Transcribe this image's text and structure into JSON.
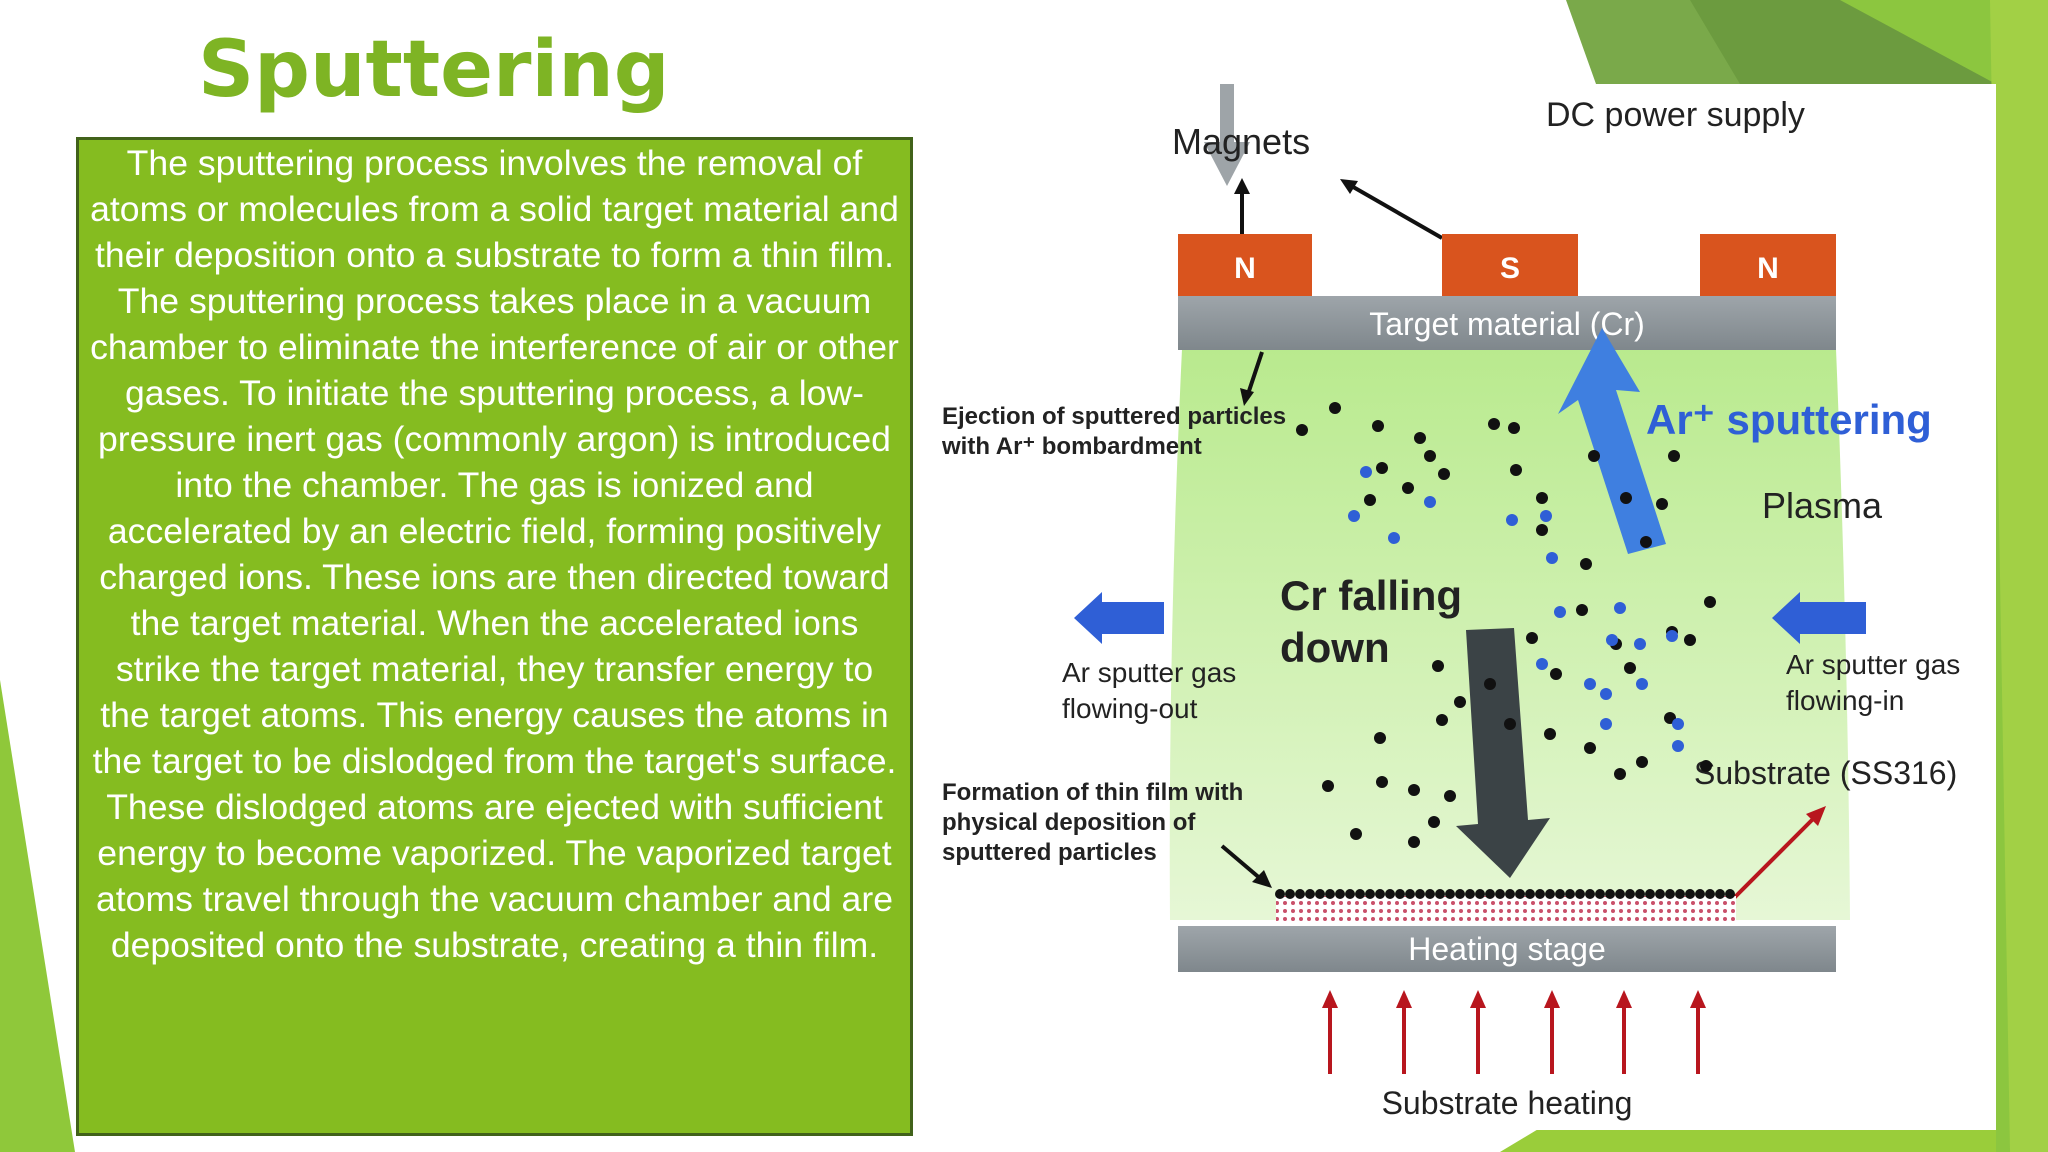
{
  "slide": {
    "title": "Sputtering",
    "body_text": "The sputtering process involves the removal of atoms or molecules from a solid target material and their deposition onto a substrate to form a thin film. The sputtering process takes place in a vacuum chamber to eliminate the interference of air or other gases. To initiate the sputtering process, a low-pressure inert gas (commonly argon) is introduced into the chamber. The gas is ionized and accelerated by an electric field, forming positively charged ions. These ions are then directed toward the target material. When the accelerated ions strike the target material, they transfer energy to the target atoms. This energy causes the atoms in the target to be dislodged from the target's surface. These dislodged atoms are ejected with sufficient energy to become vaporized. The vaporized target atoms travel through the vacuum chamber and are deposited onto the substrate, creating a thin film."
  },
  "diagram": {
    "dc_power_supply": "DC power supply",
    "magnets": "Magnets",
    "magnet_left": "N",
    "magnet_center": "S",
    "magnet_right": "N",
    "target_material": "Target material (Cr)",
    "ejection_line1": "Ejection of sputtered particles",
    "ejection_line2": "with Ar⁺ bombardment",
    "ar_sputtering": "Ar⁺ sputtering",
    "plasma": "Plasma",
    "cr_falling_line1": "Cr falling",
    "cr_falling_line2": "down",
    "gas_out_line1": "Ar sputter gas",
    "gas_out_line2": "flowing-out",
    "gas_in_line1": "Ar sputter gas",
    "gas_in_line2": "flowing-in",
    "substrate": "Substrate (SS316)",
    "formation_line1": "Formation of thin film with",
    "formation_line2": "physical deposition of",
    "formation_line3": "sputtered particles",
    "heating_stage": "Heating stage",
    "substrate_heating": "Substrate heating"
  },
  "colors": {
    "accent_green": "#85bc20",
    "title_green": "#7eb424",
    "magnet_orange": "#d9541e",
    "ion_blue": "#2f5fd6",
    "arrow_red": "#b8161e"
  }
}
